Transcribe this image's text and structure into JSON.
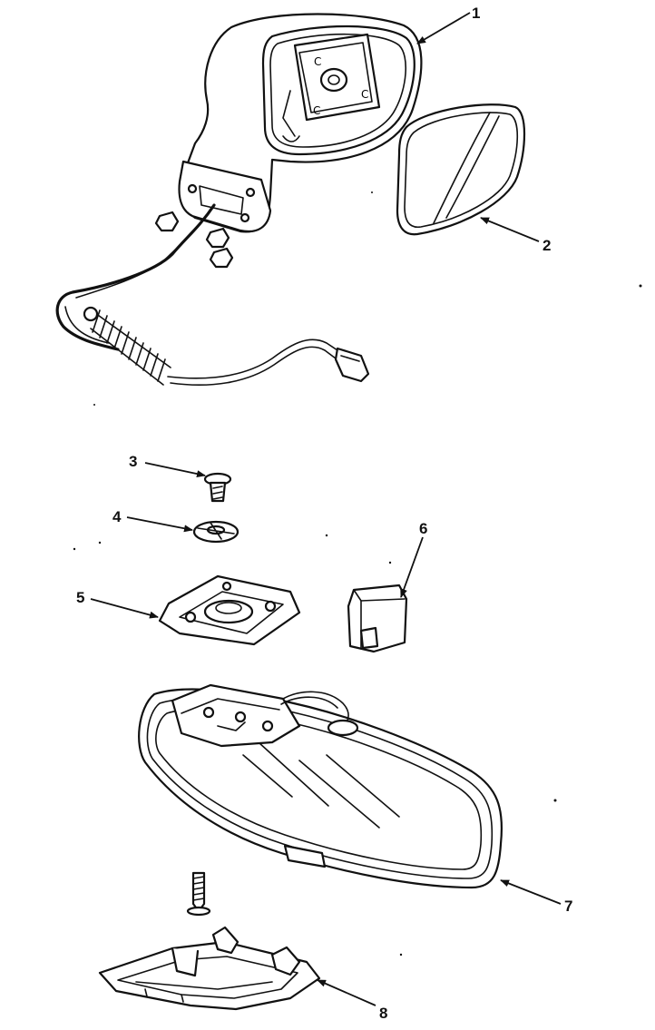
{
  "diagram": {
    "callouts": [
      {
        "id": "1",
        "label": "1"
      },
      {
        "id": "2",
        "label": "2"
      },
      {
        "id": "3",
        "label": "3"
      },
      {
        "id": "4",
        "label": "4"
      },
      {
        "id": "5",
        "label": "5"
      },
      {
        "id": "6",
        "label": "6"
      },
      {
        "id": "7",
        "label": "7"
      },
      {
        "id": "8",
        "label": "8"
      }
    ]
  },
  "colors": {
    "line": "#111111",
    "background": "#ffffff"
  }
}
